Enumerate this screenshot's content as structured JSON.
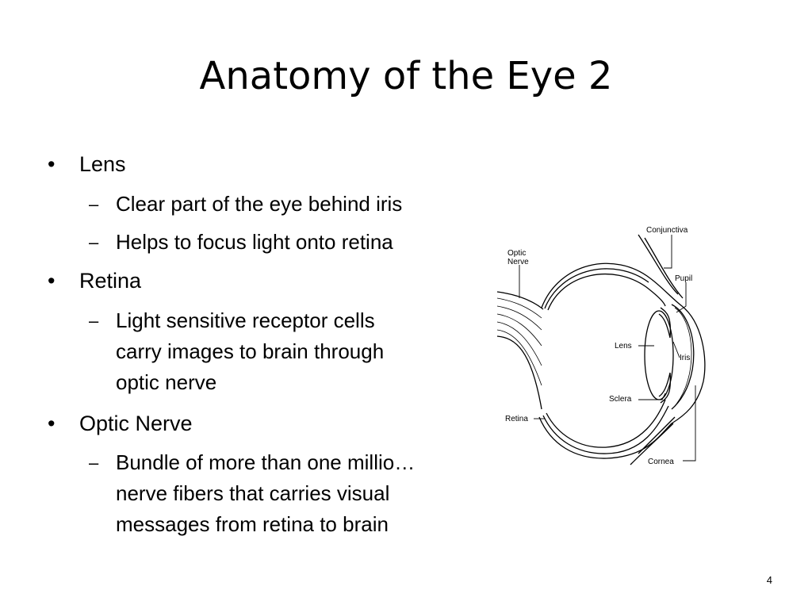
{
  "slide": {
    "title": "Anatomy of the Eye 2",
    "page_number": "4"
  },
  "bullets": [
    {
      "label": "Lens",
      "subs": [
        {
          "lines": [
            "Clear part of the eye behind iris"
          ]
        },
        {
          "lines": [
            "Helps to focus light onto retina"
          ]
        }
      ]
    },
    {
      "label": "Retina",
      "subs": [
        {
          "lines": [
            "Light sensitive receptor cells",
            "carry images to brain through",
            "optic nerve"
          ]
        }
      ]
    },
    {
      "label": "Optic Nerve",
      "subs": [
        {
          "lines": [
            "Bundle of more than one millio…",
            "nerve fibers that carries visual",
            "messages from retina to brain"
          ]
        }
      ]
    }
  ],
  "markers": {
    "bullet": "•",
    "dash": "–"
  },
  "diagram": {
    "labels": {
      "conjunctiva": "Conjunctiva",
      "optic_nerve_1": "Optic",
      "optic_nerve_2": "Nerve",
      "pupil": "Pupil",
      "lens": "Lens",
      "iris": "Iris",
      "sclera": "Sclera",
      "retina": "Retina",
      "cornea": "Cornea"
    }
  }
}
